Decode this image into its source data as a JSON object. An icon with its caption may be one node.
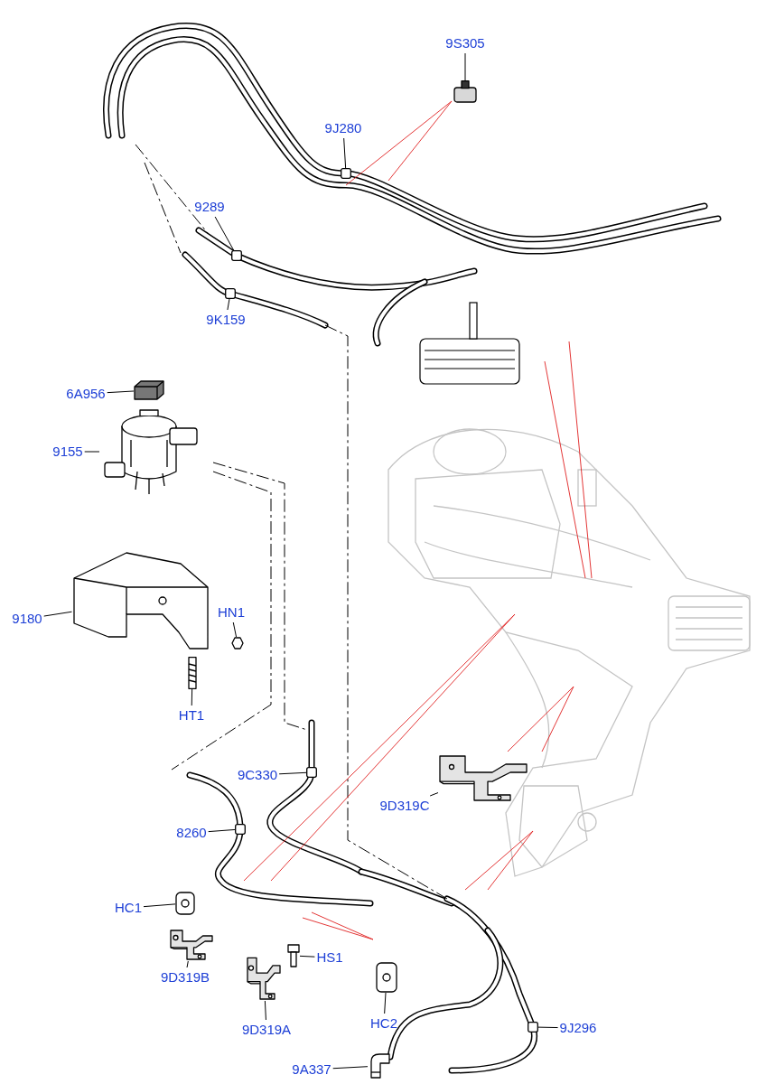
{
  "diagram": {
    "nodes": [
      {
        "text": [
          "9S305"
        ]
      },
      {
        "text": [],
        "shape": "box"
      },
      {
        "text": [
          "9J280"
        ]
      },
      {
        "text": [],
        "shape": "box"
      },
      {
        "text": [
          "9289"
        ]
      },
      {
        "text": [],
        "shape": "box"
      },
      {
        "text": [
          "9K159"
        ]
      },
      {
        "text": [],
        "shape": "box"
      },
      {
        "text": [
          "6A956"
        ]
      },
      {
        "text": [],
        "shape": "box"
      },
      {
        "text": [
          "9155"
        ]
      },
      {
        "text": [],
        "shape": "picture"
      },
      {
        "text": [
          "9180"
        ]
      },
      {
        "text": [],
        "shape": "picture"
      },
      {
        "text": [
          "HN1"
        ]
      },
      {
        "text": [],
        "shape": "hexagon"
      },
      {
        "text": [
          "HT1"
        ]
      },
      {
        "text": [],
        "shape": "picture"
      },
      {
        "text": [
          "9C330"
        ]
      },
      {
        "text": [],
        "shape": "box"
      },
      {
        "text": [
          "8260"
        ]
      },
      {
        "text": [],
        "shape": "box"
      },
      {
        "text": [
          "9D319C"
        ]
      },
      {
        "text": [],
        "shape": "picture"
      },
      {
        "text": [
          "HC1"
        ]
      },
      {
        "text": [],
        "shape": "picture"
      },
      {
        "text": [
          "9D319B"
        ]
      },
      {
        "text": [],
        "shape": "picture"
      },
      {
        "text": [
          "HS1"
        ]
      },
      {
        "text": [],
        "shape": "picture"
      },
      {
        "text": [
          "9D319A"
        ]
      },
      {
        "text": [],
        "shape": "picture"
      },
      {
        "text": [
          "HC2"
        ]
      },
      {
        "text": [],
        "shape": "picture"
      },
      {
        "text": [
          "9J296"
        ]
      },
      {
        "text": [],
        "shape": "box"
      },
      {
        "text": [
          "9A337"
        ]
      },
      {
        "text": [],
        "shape": "picture"
      }
    ],
    "edges": [
      {
        "from": 0,
        "to": 1,
        "arrow": "none"
      },
      {
        "from": 2,
        "to": 3,
        "arrow": "none"
      },
      {
        "from": 4,
        "to": 5,
        "arrow": "none"
      },
      {
        "from": 6,
        "to": 7,
        "arrow": "none"
      },
      {
        "from": 8,
        "to": 9,
        "arrow": "none"
      },
      {
        "from": 10,
        "to": 11,
        "arrow": "none"
      },
      {
        "from": 12,
        "to": 13,
        "arrow": "none"
      },
      {
        "from": 14,
        "to": 15,
        "arrow": "none"
      },
      {
        "from": 16,
        "to": 17,
        "arrow": "none"
      },
      {
        "from": 18,
        "to": 19,
        "arrow": "none"
      },
      {
        "from": 20,
        "to": 21,
        "arrow": "none"
      },
      {
        "from": 22,
        "to": 23,
        "arrow": "none"
      },
      {
        "from": 24,
        "to": 25,
        "arrow": "none"
      },
      {
        "from": 26,
        "to": 27,
        "arrow": "none"
      },
      {
        "from": 28,
        "to": 29,
        "arrow": "none"
      },
      {
        "from": 30,
        "to": 31,
        "arrow": "none"
      },
      {
        "from": 32,
        "to": 33,
        "arrow": "none"
      },
      {
        "from": 34,
        "to": 35,
        "arrow": "none"
      },
      {
        "from": 36,
        "to": 37,
        "arrow": "none"
      }
    ]
  }
}
